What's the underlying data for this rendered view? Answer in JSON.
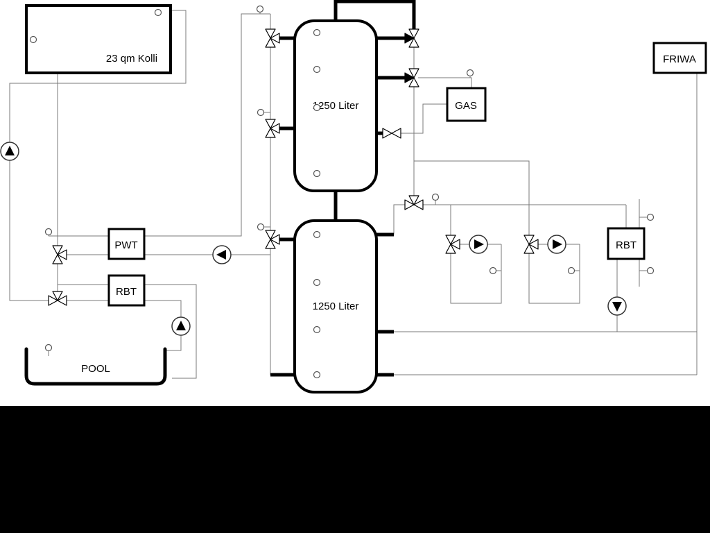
{
  "diagram": {
    "collector": {
      "label": "23 qm Kolli"
    },
    "buffer_tank_top": {
      "label": "1250 Liter"
    },
    "buffer_tank_bottom": {
      "label": "1250 Liter"
    },
    "pwt": {
      "label": "PWT"
    },
    "rbt_pool": {
      "label": "RBT"
    },
    "rbt_right": {
      "label": "RBT"
    },
    "gas_boiler": {
      "label": "GAS"
    },
    "friwa": {
      "label": "FRIWA"
    },
    "pool": {
      "label": "POOL"
    },
    "colors": {
      "pipe_thick": "#000000",
      "pipe_thin": "#787878",
      "background": "#ffffff",
      "bottom_band": "#000000"
    }
  }
}
